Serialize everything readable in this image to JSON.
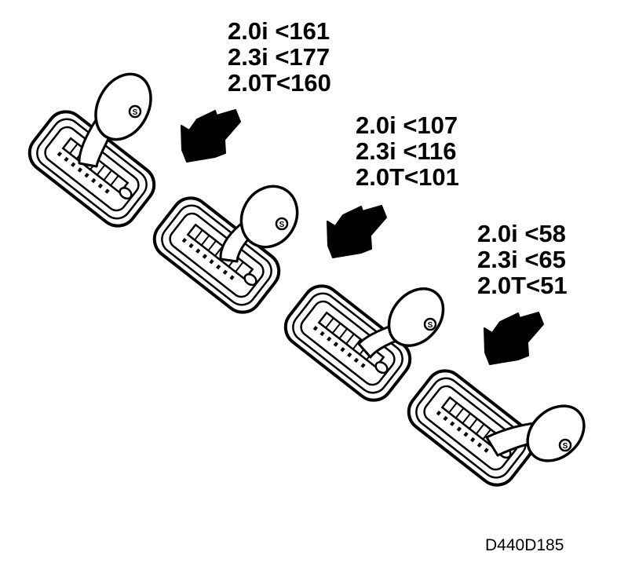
{
  "labels": [
    {
      "lines": [
        "2.0i <161",
        "2.3i <177",
        "2.0T<160"
      ]
    },
    {
      "lines": [
        "2.0i <107",
        "2.3i <116",
        "2.0T<101"
      ]
    },
    {
      "lines": [
        "2.0i <58",
        "2.3i <65",
        "2.0T<51"
      ]
    }
  ],
  "selector_knob_badge": "S",
  "figure_code": "D440D185",
  "colors": {
    "ink": "#000000",
    "paper": "#ffffff"
  }
}
